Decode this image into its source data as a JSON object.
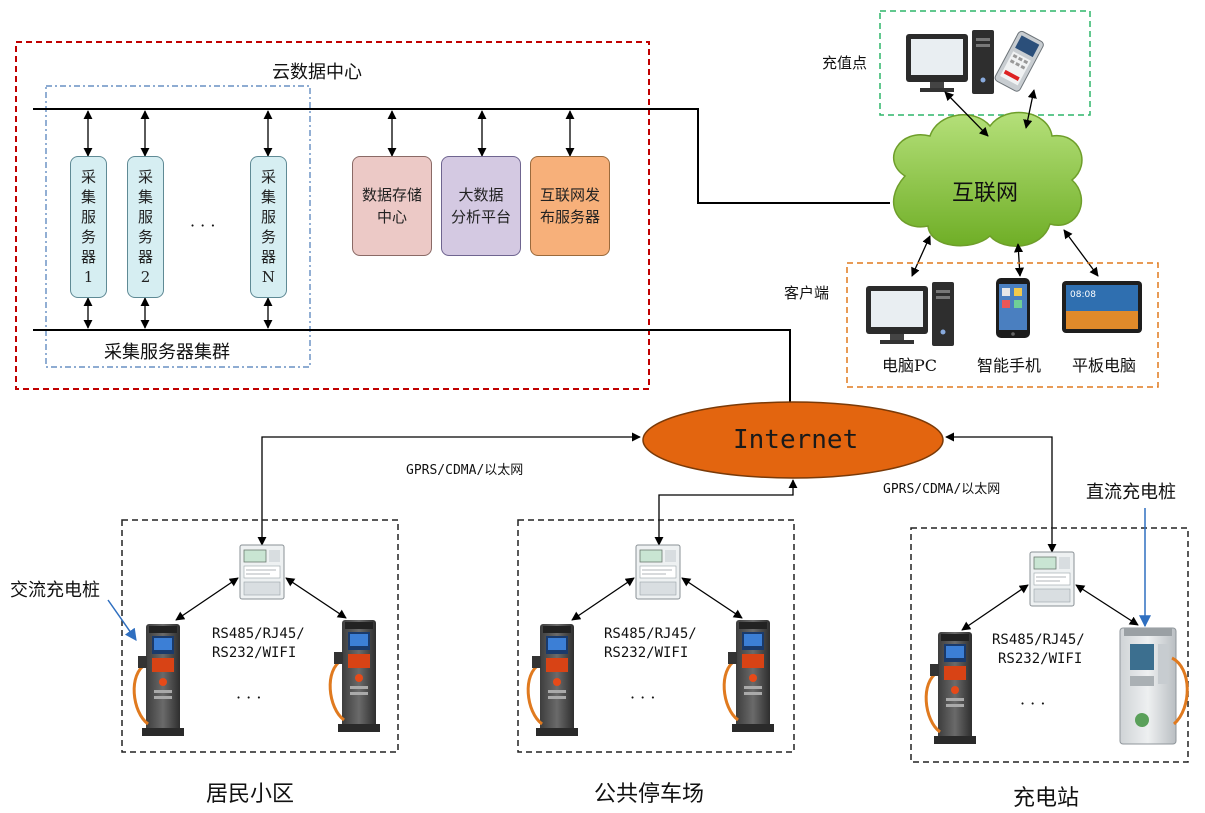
{
  "cloud": {
    "title": "云数据中心",
    "cluster_label": "采集服务器集群",
    "servers": [
      "采\n集\n服\n务\n器\n1",
      "采\n集\n服\n务\n器\n2",
      "采\n集\n服\n务\n器\nN"
    ],
    "servers_ellipsis": "· · ·",
    "platforms": [
      "数据存储\n中心",
      "大数据\n分析平台",
      "互联网发\n布服务器"
    ]
  },
  "recharge": {
    "label": "充值点"
  },
  "internet_cloud": {
    "label": "互联网"
  },
  "client": {
    "label": "客户端",
    "devices": [
      "电脑PC",
      "智能手机",
      "平板电脑"
    ]
  },
  "internet": {
    "label": "Internet"
  },
  "links": {
    "left": "GPRS/CDMA/以太网",
    "right": "GPRS/CDMA/以太网"
  },
  "sites": [
    {
      "name": "居民小区",
      "protocol_line1": "RS485/RJ45/",
      "protocol_line2": "RS232/WIFI",
      "ellipsis": "· · ·"
    },
    {
      "name": "公共停车场",
      "protocol_line1": "RS485/RJ45/",
      "protocol_line2": "RS232/WIFI",
      "ellipsis": "· · ·"
    },
    {
      "name": "充电站",
      "protocol_line1": "RS485/RJ45/",
      "protocol_line2": "RS232/WIFI",
      "ellipsis": "· · ·"
    }
  ],
  "callouts": {
    "ac_pile": "交流充电桩",
    "dc_pile": "直流充电桩"
  },
  "colors": {
    "cloud_border": "#c00000",
    "cluster_border": "#4a7ab8",
    "recharge_border": "#2fb56a",
    "client_border": "#e07a1f",
    "server_fill": "#d6eef2",
    "storage_fill": "#ecc9c6",
    "analysis_fill": "#d4c9e2",
    "publish_fill": "#f7b07a",
    "internet_fill": "#e3650f",
    "internet_cloud_fill": "#8cc63f",
    "callout_arrow": "#2f6fc0"
  }
}
